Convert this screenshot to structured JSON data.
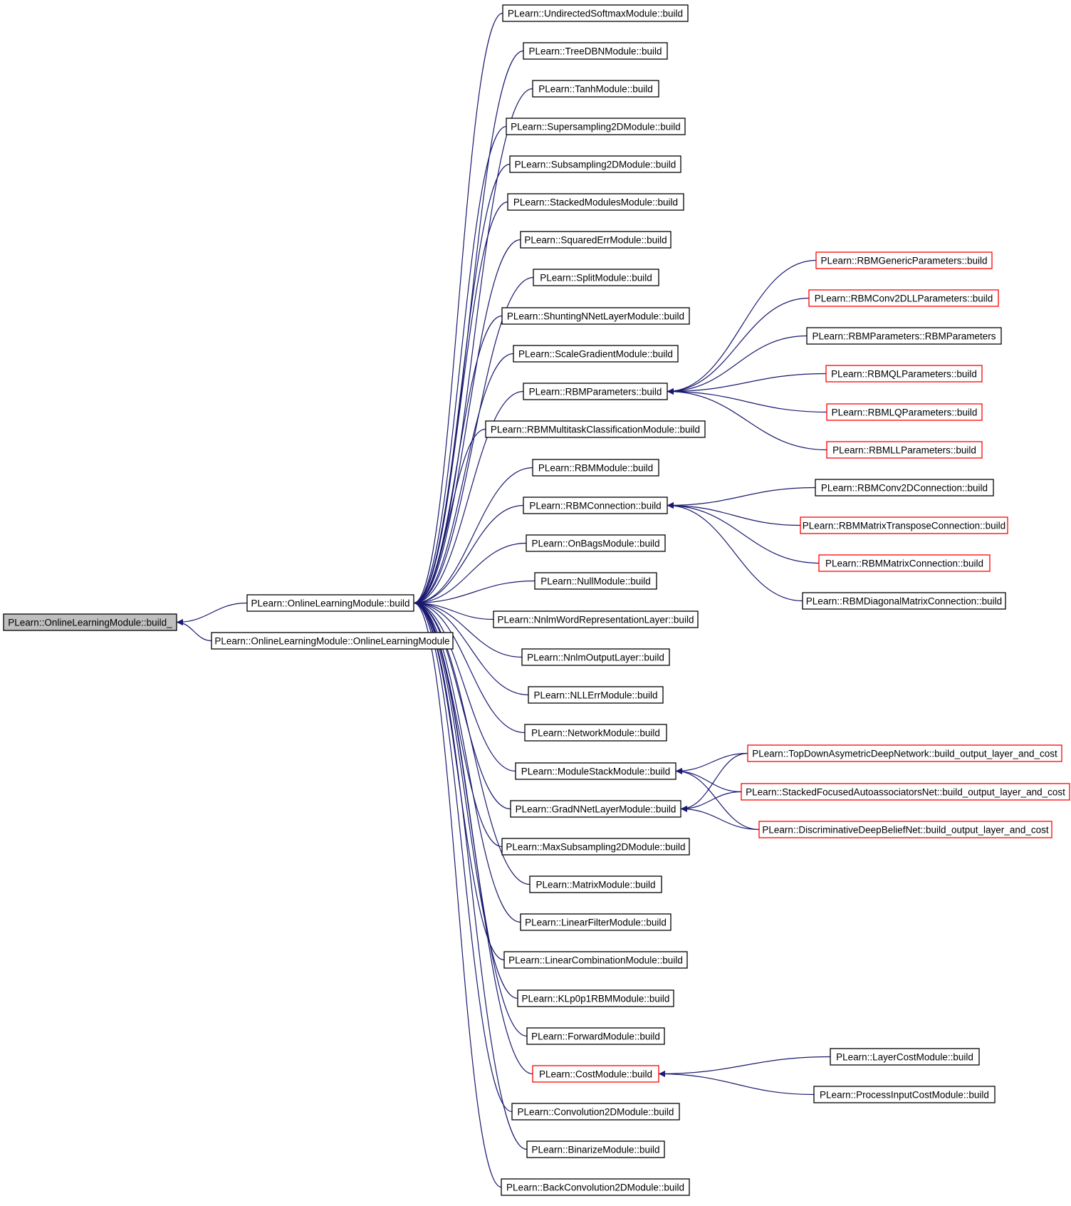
{
  "colors": {
    "edge": "#191970",
    "node_border_default": "#000000",
    "node_border_truncated": "#ff0000",
    "root_fill": "#bfbfbf",
    "node_fill": "#ffffff"
  },
  "root": {
    "id": "root",
    "label": "PLearn::OnlineLearningModule::build_"
  },
  "nodes": [
    {
      "id": "n_olm_build",
      "label": "PLearn::OnlineLearningModule::build",
      "border": "black"
    },
    {
      "id": "n_olm_ctor",
      "label": "PLearn::OnlineLearningModule::OnlineLearningModule",
      "border": "black"
    },
    {
      "id": "c1",
      "label": "PLearn::UndirectedSoftmaxModule::build",
      "border": "black"
    },
    {
      "id": "c2",
      "label": "PLearn::TreeDBNModule::build",
      "border": "black"
    },
    {
      "id": "c3",
      "label": "PLearn::TanhModule::build",
      "border": "black"
    },
    {
      "id": "c4",
      "label": "PLearn::Supersampling2DModule::build",
      "border": "black"
    },
    {
      "id": "c5",
      "label": "PLearn::Subsampling2DModule::build",
      "border": "black"
    },
    {
      "id": "c6",
      "label": "PLearn::StackedModulesModule::build",
      "border": "black"
    },
    {
      "id": "c7",
      "label": "PLearn::SquaredErrModule::build",
      "border": "black"
    },
    {
      "id": "c8",
      "label": "PLearn::SplitModule::build",
      "border": "black"
    },
    {
      "id": "c9",
      "label": "PLearn::ShuntingNNetLayerModule::build",
      "border": "black"
    },
    {
      "id": "c10",
      "label": "PLearn::ScaleGradientModule::build",
      "border": "black"
    },
    {
      "id": "c11",
      "label": "PLearn::RBMParameters::build",
      "border": "black"
    },
    {
      "id": "c12",
      "label": "PLearn::RBMMultitaskClassificationModule::build",
      "border": "black"
    },
    {
      "id": "c13",
      "label": "PLearn::RBMModule::build",
      "border": "black"
    },
    {
      "id": "c14",
      "label": "PLearn::RBMConnection::build",
      "border": "black"
    },
    {
      "id": "c15",
      "label": "PLearn::OnBagsModule::build",
      "border": "black"
    },
    {
      "id": "c16",
      "label": "PLearn::NullModule::build",
      "border": "black"
    },
    {
      "id": "c17",
      "label": "PLearn::NnlmWordRepresentationLayer::build",
      "border": "black"
    },
    {
      "id": "c18",
      "label": "PLearn::NnlmOutputLayer::build",
      "border": "black"
    },
    {
      "id": "c19",
      "label": "PLearn::NLLErrModule::build",
      "border": "black"
    },
    {
      "id": "c20",
      "label": "PLearn::NetworkModule::build",
      "border": "black"
    },
    {
      "id": "c21",
      "label": "PLearn::ModuleStackModule::build",
      "border": "black"
    },
    {
      "id": "c22",
      "label": "PLearn::GradNNetLayerModule::build",
      "border": "black"
    },
    {
      "id": "c23",
      "label": "PLearn::MaxSubsampling2DModule::build",
      "border": "black"
    },
    {
      "id": "c24",
      "label": "PLearn::MatrixModule::build",
      "border": "black"
    },
    {
      "id": "c25",
      "label": "PLearn::LinearFilterModule::build",
      "border": "black"
    },
    {
      "id": "c26",
      "label": "PLearn::LinearCombinationModule::build",
      "border": "black"
    },
    {
      "id": "c27",
      "label": "PLearn::KLp0p1RBMModule::build",
      "border": "black"
    },
    {
      "id": "c28",
      "label": "PLearn::ForwardModule::build",
      "border": "black"
    },
    {
      "id": "c29",
      "label": "PLearn::CostModule::build",
      "border": "red"
    },
    {
      "id": "c30",
      "label": "PLearn::Convolution2DModule::build",
      "border": "black"
    },
    {
      "id": "c31",
      "label": "PLearn::BinarizeModule::build",
      "border": "black"
    },
    {
      "id": "c32",
      "label": "PLearn::BackConvolution2DModule::build",
      "border": "black"
    },
    {
      "id": "r1",
      "label": "PLearn::RBMGenericParameters::build",
      "border": "red"
    },
    {
      "id": "r2",
      "label": "PLearn::RBMConv2DLLParameters::build",
      "border": "red"
    },
    {
      "id": "r3",
      "label": "PLearn::RBMParameters::RBMParameters",
      "border": "black"
    },
    {
      "id": "r4",
      "label": "PLearn::RBMQLParameters::build",
      "border": "red"
    },
    {
      "id": "r5",
      "label": "PLearn::RBMLQParameters::build",
      "border": "red"
    },
    {
      "id": "r6",
      "label": "PLearn::RBMLLParameters::build",
      "border": "red"
    },
    {
      "id": "k1",
      "label": "PLearn::RBMConv2DConnection::build",
      "border": "black"
    },
    {
      "id": "k2",
      "label": "PLearn::RBMMatrixTransposeConnection::build",
      "border": "red"
    },
    {
      "id": "k3",
      "label": "PLearn::RBMMatrixConnection::build",
      "border": "red"
    },
    {
      "id": "k4",
      "label": "PLearn::RBMDiagonalMatrixConnection::build",
      "border": "black"
    },
    {
      "id": "m1",
      "label": "PLearn::TopDownAsymetricDeepNetwork::build_output_layer_and_cost",
      "border": "red"
    },
    {
      "id": "m2",
      "label": "PLearn::StackedFocusedAutoassociatorsNet::build_output_layer_and_cost",
      "border": "red"
    },
    {
      "id": "m3",
      "label": "PLearn::DiscriminativeDeepBeliefNet::build_output_layer_and_cost",
      "border": "red"
    },
    {
      "id": "q1",
      "label": "PLearn::LayerCostModule::build",
      "border": "black"
    },
    {
      "id": "q2",
      "label": "PLearn::ProcessInputCostModule::build",
      "border": "black"
    }
  ],
  "edges": [
    [
      "n_olm_build",
      "root"
    ],
    [
      "n_olm_ctor",
      "root"
    ],
    [
      "c1",
      "n_olm_build"
    ],
    [
      "c2",
      "n_olm_build"
    ],
    [
      "c3",
      "n_olm_build"
    ],
    [
      "c4",
      "n_olm_build"
    ],
    [
      "c5",
      "n_olm_build"
    ],
    [
      "c6",
      "n_olm_build"
    ],
    [
      "c7",
      "n_olm_build"
    ],
    [
      "c8",
      "n_olm_build"
    ],
    [
      "c9",
      "n_olm_build"
    ],
    [
      "c10",
      "n_olm_build"
    ],
    [
      "c11",
      "n_olm_build"
    ],
    [
      "c12",
      "n_olm_build"
    ],
    [
      "c13",
      "n_olm_build"
    ],
    [
      "c14",
      "n_olm_build"
    ],
    [
      "c15",
      "n_olm_build"
    ],
    [
      "c16",
      "n_olm_build"
    ],
    [
      "c17",
      "n_olm_build"
    ],
    [
      "c18",
      "n_olm_build"
    ],
    [
      "c19",
      "n_olm_build"
    ],
    [
      "c20",
      "n_olm_build"
    ],
    [
      "c21",
      "n_olm_build"
    ],
    [
      "c22",
      "n_olm_build"
    ],
    [
      "c23",
      "n_olm_build"
    ],
    [
      "c24",
      "n_olm_build"
    ],
    [
      "c25",
      "n_olm_build"
    ],
    [
      "c26",
      "n_olm_build"
    ],
    [
      "c27",
      "n_olm_build"
    ],
    [
      "c28",
      "n_olm_build"
    ],
    [
      "c29",
      "n_olm_build"
    ],
    [
      "c30",
      "n_olm_build"
    ],
    [
      "c31",
      "n_olm_build"
    ],
    [
      "c32",
      "n_olm_build"
    ],
    [
      "r1",
      "c11"
    ],
    [
      "r2",
      "c11"
    ],
    [
      "r3",
      "c11"
    ],
    [
      "r4",
      "c11"
    ],
    [
      "r5",
      "c11"
    ],
    [
      "r6",
      "c11"
    ],
    [
      "k1",
      "c14"
    ],
    [
      "k2",
      "c14"
    ],
    [
      "k3",
      "c14"
    ],
    [
      "k4",
      "c14"
    ],
    [
      "m1",
      "c21"
    ],
    [
      "m2",
      "c21"
    ],
    [
      "m3",
      "c21"
    ],
    [
      "m1",
      "c22"
    ],
    [
      "m2",
      "c22"
    ],
    [
      "m3",
      "c22"
    ],
    [
      "q1",
      "c29"
    ],
    [
      "q2",
      "c29"
    ]
  ]
}
